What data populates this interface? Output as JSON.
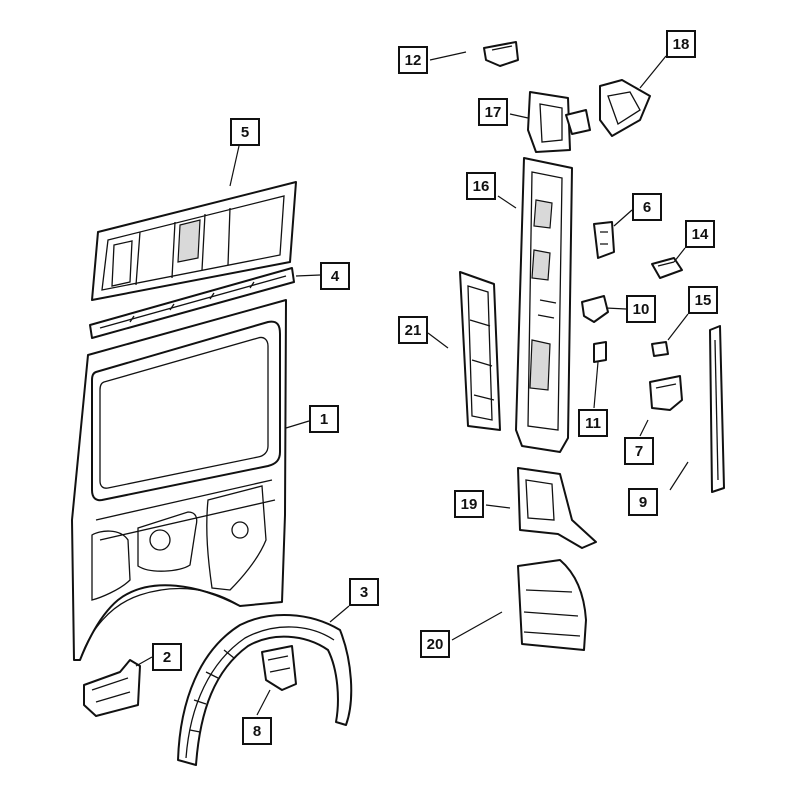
{
  "callouts": [
    {
      "id": "c1",
      "label": "1"
    },
    {
      "id": "c2",
      "label": "2"
    },
    {
      "id": "c3",
      "label": "3"
    },
    {
      "id": "c4",
      "label": "4"
    },
    {
      "id": "c5",
      "label": "5"
    },
    {
      "id": "c6",
      "label": "6"
    },
    {
      "id": "c7",
      "label": "7"
    },
    {
      "id": "c8",
      "label": "8"
    },
    {
      "id": "c9",
      "label": "9"
    },
    {
      "id": "c10",
      "label": "10"
    },
    {
      "id": "c11",
      "label": "11"
    },
    {
      "id": "c12",
      "label": "12"
    },
    {
      "id": "c14",
      "label": "14"
    },
    {
      "id": "c15",
      "label": "15"
    },
    {
      "id": "c16",
      "label": "16"
    },
    {
      "id": "c17",
      "label": "17"
    },
    {
      "id": "c18",
      "label": "18"
    },
    {
      "id": "c19",
      "label": "19"
    },
    {
      "id": "c20",
      "label": "20"
    },
    {
      "id": "c21",
      "label": "21"
    }
  ]
}
